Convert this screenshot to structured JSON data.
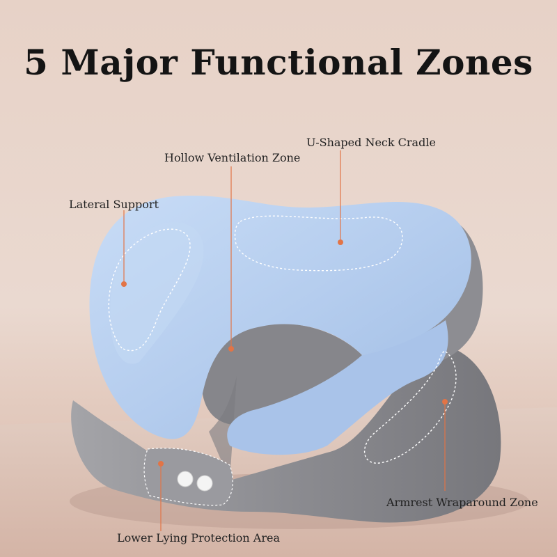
{
  "title": "5 Major Functional Zones",
  "labels": {
    "neck_cradle": "U-Shaped Neck Cradle",
    "ventilation": "Hollow Ventilation Zone",
    "lateral": "Lateral Support",
    "armrest": "Armrest Wraparound Zone",
    "lower": "Lower Lying Protection Area"
  },
  "colors": {
    "pillow_blue": "#b9d1f0",
    "pillow_gray": "#8f8f94",
    "marker": "#e27446",
    "background": "#e9d8cf"
  }
}
